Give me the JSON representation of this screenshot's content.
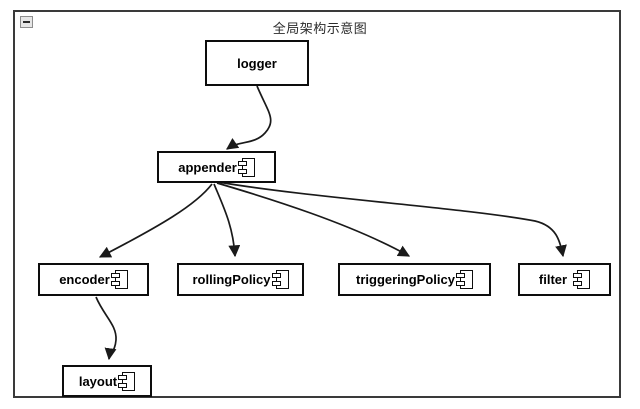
{
  "diagram": {
    "title": "全局架构示意图",
    "frame": {
      "collapse_icon": "minus-collapse-icon",
      "border_color": "#3a3a3a",
      "background": "#ffffff"
    },
    "node_border_color": "#0d0d0d",
    "edge_color": "#1a1a1a",
    "nodes": [
      {
        "id": "logger",
        "label": "logger",
        "component_icon": false
      },
      {
        "id": "appender",
        "label": "appender",
        "component_icon": true
      },
      {
        "id": "encoder",
        "label": "encoder",
        "component_icon": true
      },
      {
        "id": "rollingPolicy",
        "label": "rollingPolicy",
        "component_icon": true
      },
      {
        "id": "triggeringPolicy",
        "label": "triggeringPolicy",
        "component_icon": true
      },
      {
        "id": "filter",
        "label": "filter",
        "component_icon": true
      },
      {
        "id": "layout",
        "label": "layout",
        "component_icon": true
      }
    ],
    "edges": [
      {
        "from": "logger",
        "to": "appender",
        "style": "curved-arrow"
      },
      {
        "from": "appender",
        "to": "encoder",
        "style": "curved-arrow"
      },
      {
        "from": "appender",
        "to": "rollingPolicy",
        "style": "curved-arrow"
      },
      {
        "from": "appender",
        "to": "triggeringPolicy",
        "style": "curved-arrow"
      },
      {
        "from": "appender",
        "to": "filter",
        "style": "curved-arrow"
      },
      {
        "from": "encoder",
        "to": "layout",
        "style": "curved-arrow"
      }
    ]
  }
}
